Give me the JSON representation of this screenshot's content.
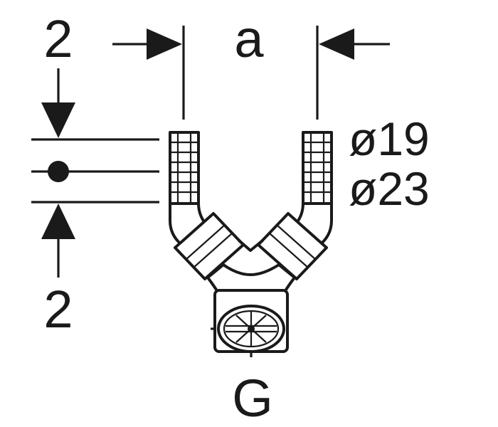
{
  "dimensions": {
    "top_left_offset": "2",
    "spacing": "a",
    "bottom_left_offset": "2",
    "diameter_small": "ø19",
    "diameter_large": "ø23",
    "thread": "G"
  },
  "colors": {
    "line": "#1a1a1a",
    "background": "#ffffff"
  }
}
